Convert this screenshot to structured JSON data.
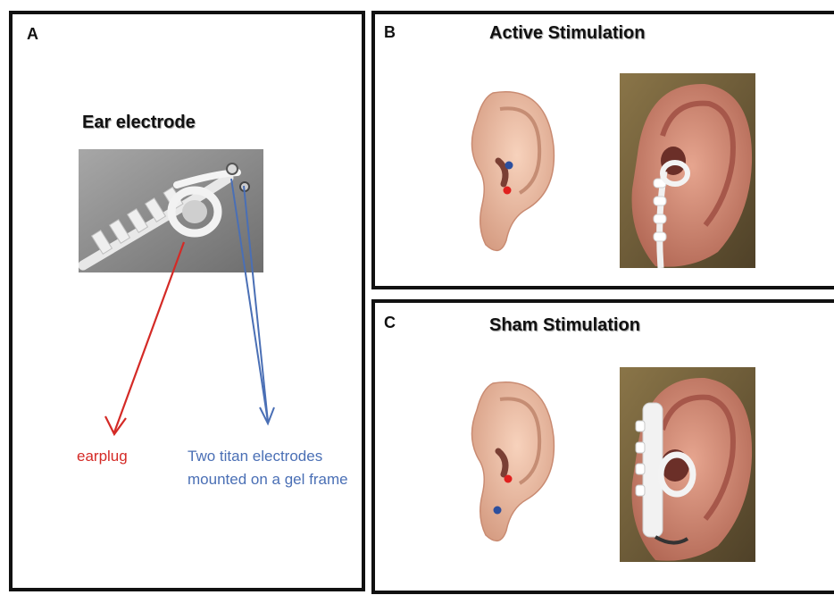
{
  "panel_a": {
    "letter": "A",
    "title": "Ear electrode",
    "earplug_label": "earplug",
    "electrodes_label": "Two titan electrodes mounted on a gel frame"
  },
  "panel_b": {
    "letter": "B",
    "title": "Active Stimulation"
  },
  "panel_c": {
    "letter": "C",
    "title": "Sham Stimulation"
  },
  "colors": {
    "earplug_arrow": "#d42a26",
    "electrode_arrow": "#4a6fb5",
    "red_dot": "#e0201e",
    "blue_dot": "#2c4f9e",
    "border": "#111111"
  }
}
